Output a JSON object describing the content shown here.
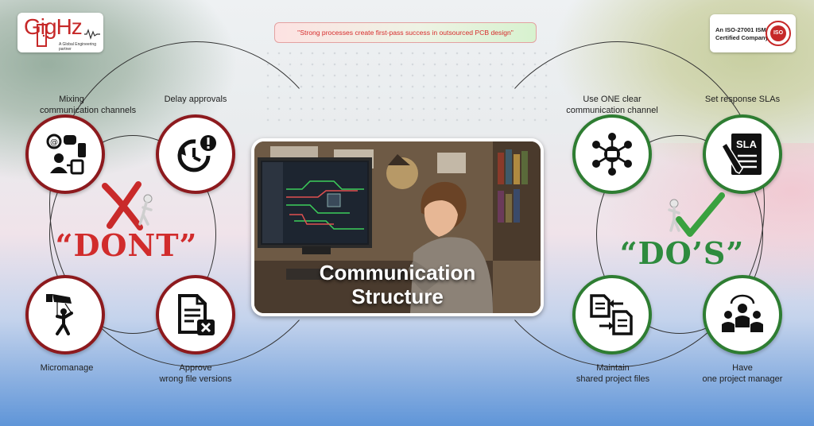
{
  "logo": {
    "text": "GigHz",
    "tagline": "A Global Engineering partner"
  },
  "certification": {
    "line1": "An ISO-27001 ISMS",
    "line2": "Certified Company",
    "seal": "ISO"
  },
  "banner": {
    "quote": "\"Strong processes create first-pass success in outsourced PCB design\""
  },
  "center": {
    "title_line1": "Communication",
    "title_line2": "Structure"
  },
  "donts": {
    "heading": "“DONT”",
    "items": [
      {
        "label": "Mixing\ncommunication channels",
        "icon": "communication-channels-icon"
      },
      {
        "label": "Delay approvals",
        "icon": "delay-clock-icon"
      },
      {
        "label": "Micromanage",
        "icon": "puppet-hand-icon"
      },
      {
        "label": "Approve\nwrong file versions",
        "icon": "wrong-file-icon"
      }
    ]
  },
  "dos": {
    "heading": "“DO’S”",
    "items": [
      {
        "label": "Use ONE clear\ncommunication channel",
        "icon": "network-hub-icon"
      },
      {
        "label": "Set response SLAs",
        "icon": "sla-document-icon",
        "icon_text": "SLA"
      },
      {
        "label": "Maintain\nshared project files",
        "icon": "shared-files-icon"
      },
      {
        "label": "Have\none project manager",
        "icon": "team-manager-icon"
      }
    ]
  },
  "colors": {
    "dont_accent": "#d12c2c",
    "dont_ring": "#8d1a1e",
    "do_accent": "#2e8b3e",
    "do_ring": "#2e7d32"
  }
}
